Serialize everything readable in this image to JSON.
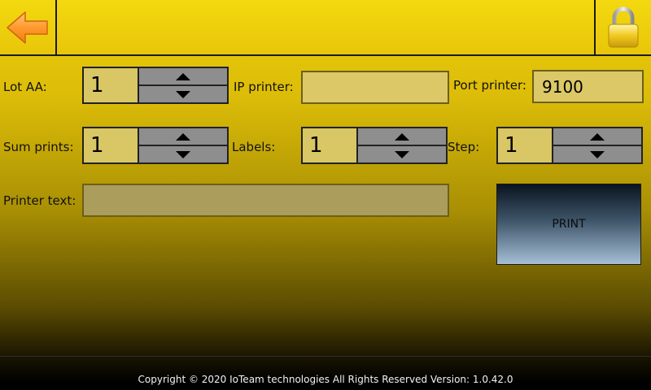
{
  "header": {
    "back_icon": "arrow-left-icon",
    "lock_icon": "padlock-icon",
    "accent_color": "#f0d00b"
  },
  "fields": {
    "lot_aa": {
      "label": "Lot AA:",
      "value": "1"
    },
    "ip_printer": {
      "label": "IP printer:",
      "value": ""
    },
    "port_printer": {
      "label": "Port printer:",
      "value": "9100"
    },
    "sum_prints": {
      "label": "Sum prints:",
      "value": "1"
    },
    "labels": {
      "label": "Labels:",
      "value": "1"
    },
    "step": {
      "label": "Step:",
      "value": "1"
    },
    "printer_text": {
      "label": "Printer text:",
      "value": ""
    }
  },
  "print_button": {
    "label": "PRINT"
  },
  "footer": {
    "text": "Copyright © 2020 IoTeam technologies All Rights Reserved Version: 1.0.42.0"
  }
}
